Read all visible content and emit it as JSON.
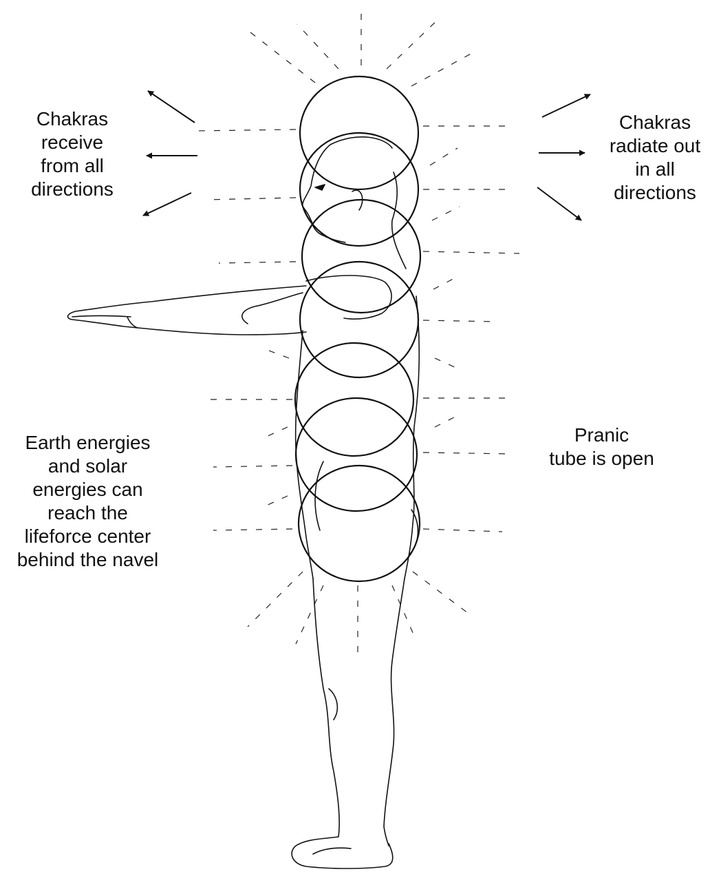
{
  "labels": {
    "receive": [
      "Chakras",
      "receive",
      "from all",
      "directions"
    ],
    "radiate": [
      "Chakras",
      "radiate out",
      "in all",
      "directions"
    ],
    "earth": [
      "Earth energies",
      "and solar",
      "energies can",
      "reach the",
      "lifeforce center",
      "behind the navel"
    ],
    "pranic": [
      "Pranic",
      "tube is open"
    ]
  },
  "colors": {
    "ink": "#111111",
    "background": "#ffffff"
  },
  "chakra_count": 7
}
